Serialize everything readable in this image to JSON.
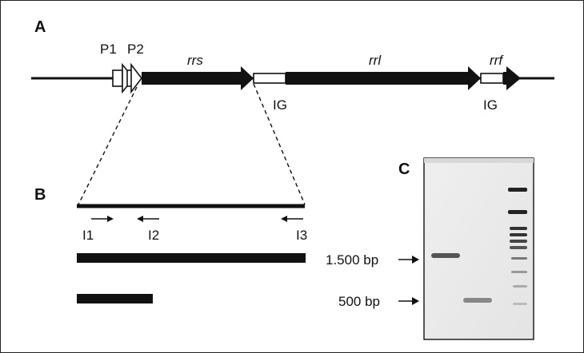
{
  "panels": {
    "a": "A",
    "b": "B",
    "c": "C"
  },
  "panel_a": {
    "promoters": [
      "P1",
      "P2"
    ],
    "genes": [
      "rrs",
      "rrl",
      "rrf"
    ],
    "ig_labels": [
      "IG",
      "IG"
    ]
  },
  "panel_b": {
    "primers": [
      "I1",
      "I2",
      "I3"
    ]
  },
  "panel_c": {
    "markers": [
      "1.500 bp",
      "500 bp"
    ]
  }
}
